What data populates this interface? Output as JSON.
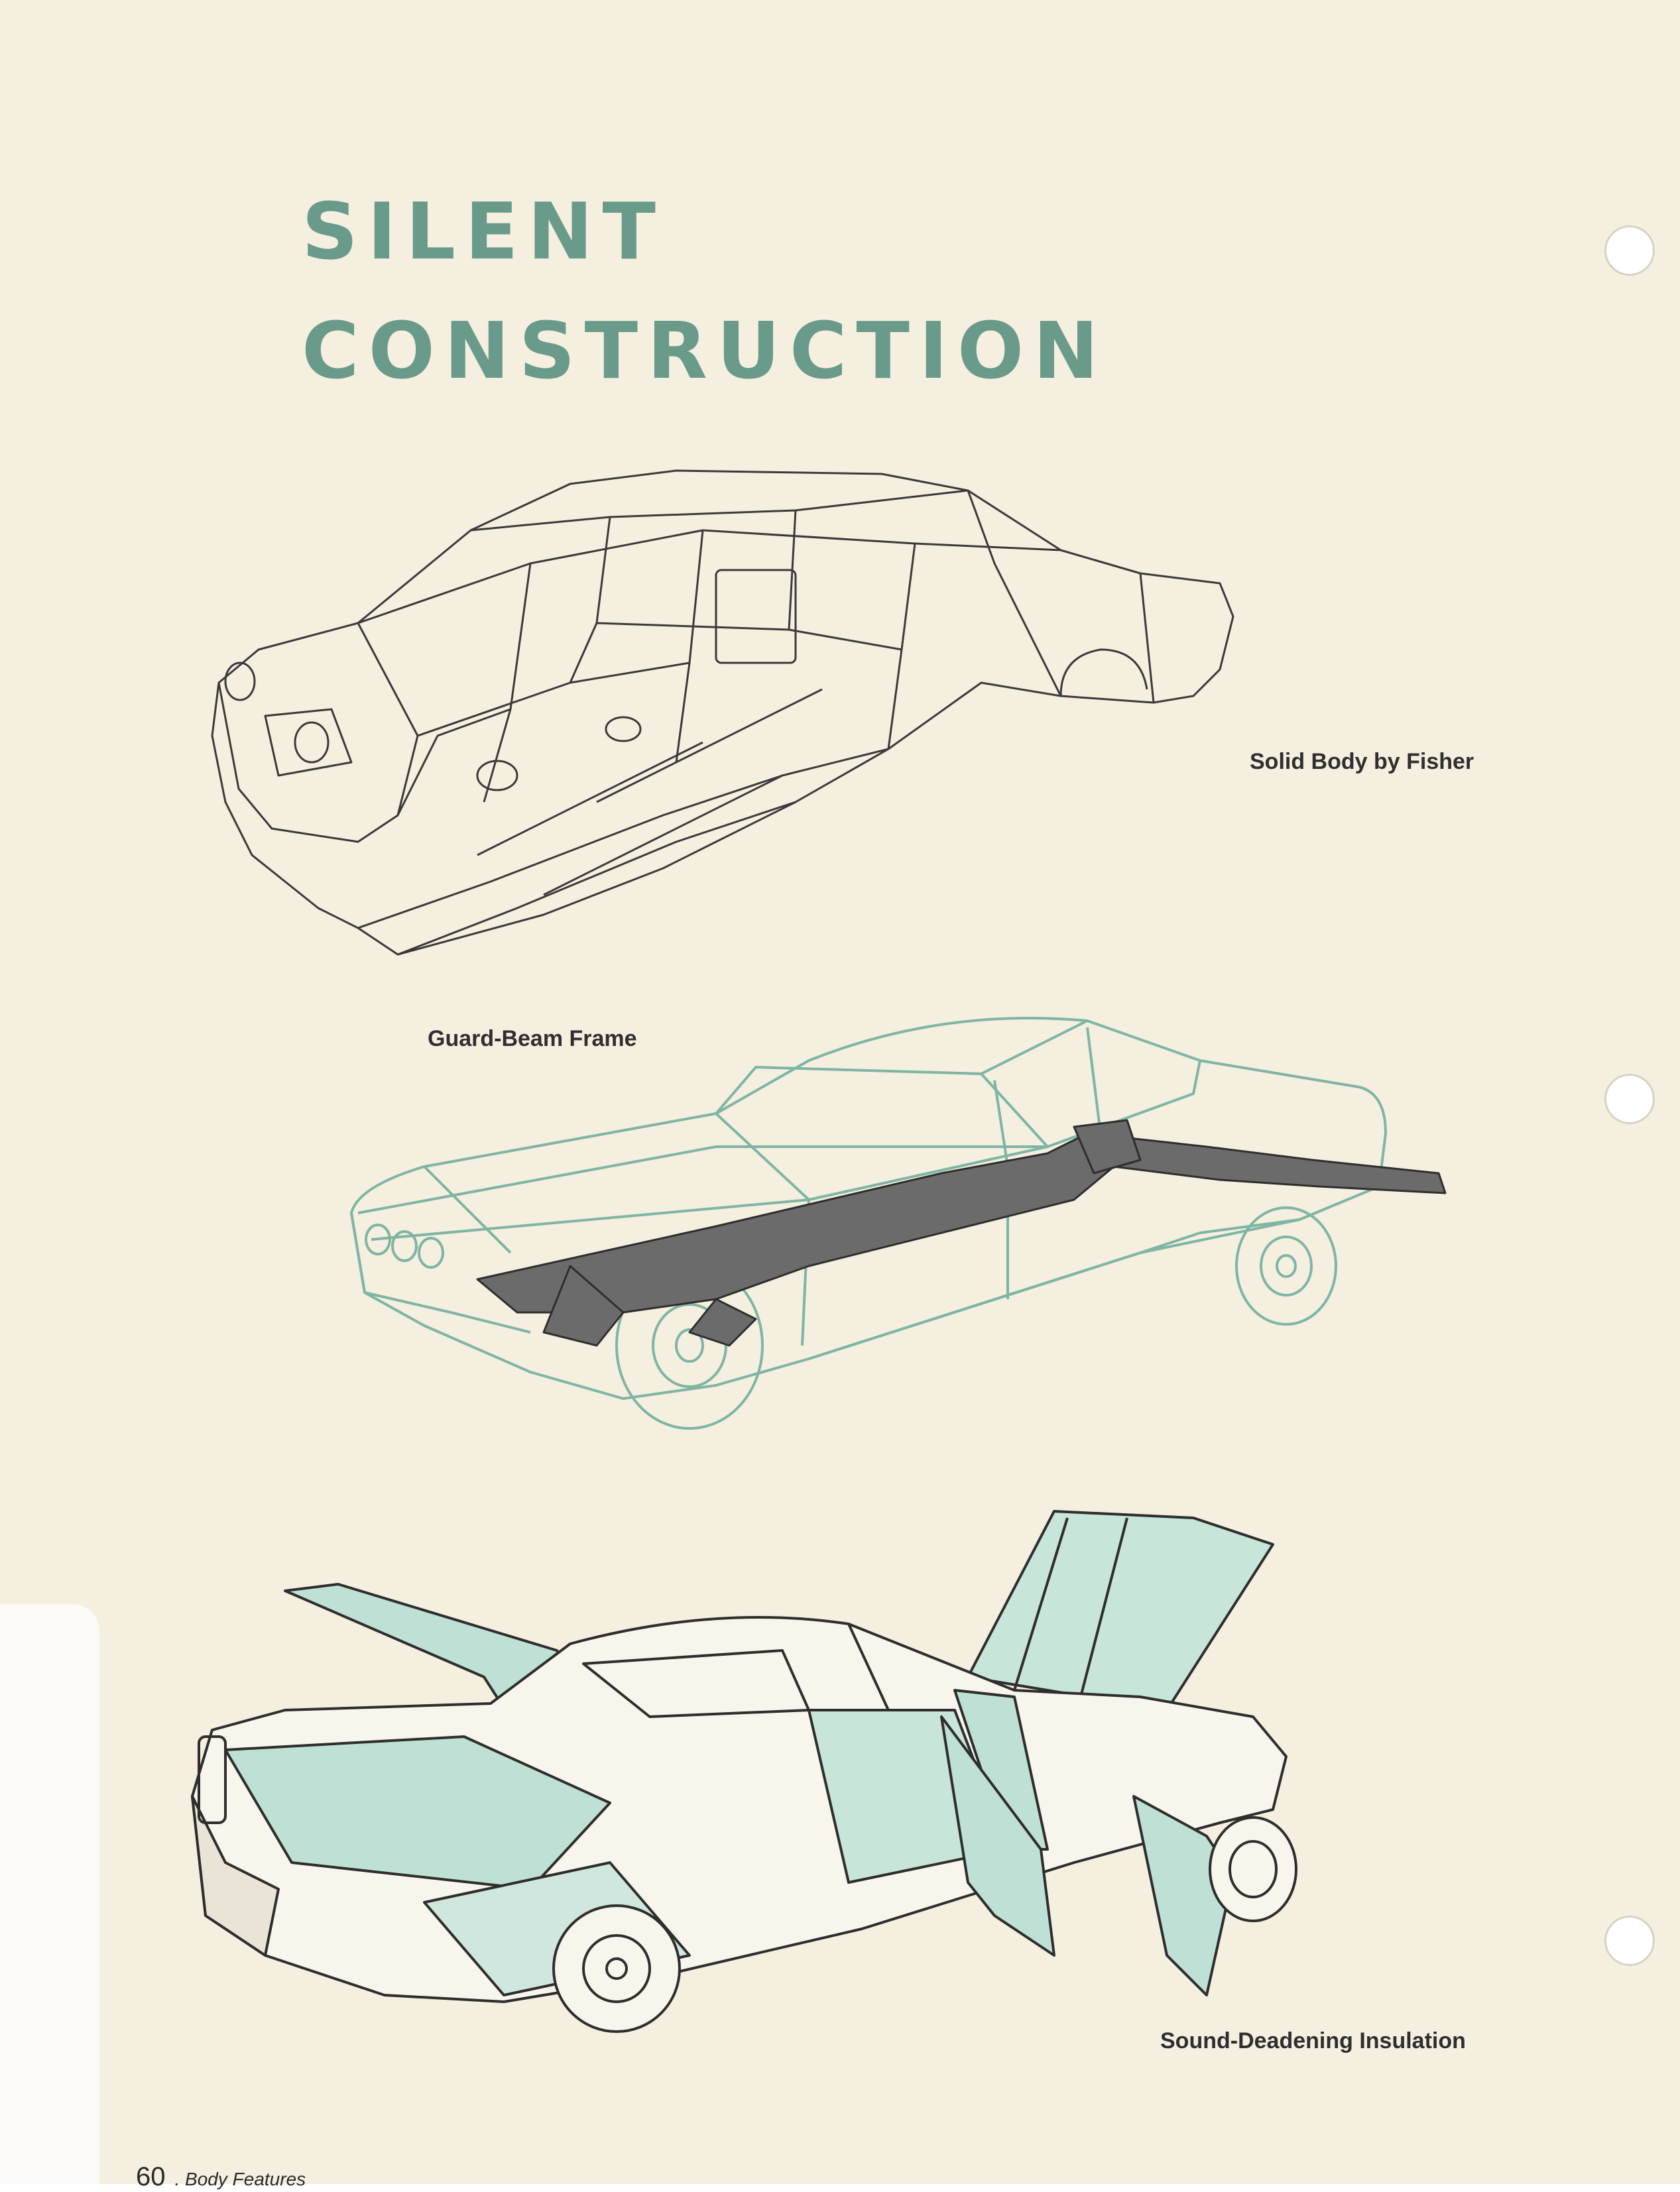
{
  "title": {
    "line1": "SILENT",
    "line2": "CONSTRUCTION"
  },
  "figures": [
    {
      "caption": "Solid Body by Fisher"
    },
    {
      "caption": "Guard-Beam Frame"
    },
    {
      "caption": "Sound-Deadening Insulation"
    }
  ],
  "footer": {
    "page_number": "60",
    "section": ". Body Features"
  },
  "colors": {
    "accent_green": "#6a9a8a",
    "paper": "#f5efe0",
    "ink": "#2f2f2f"
  }
}
